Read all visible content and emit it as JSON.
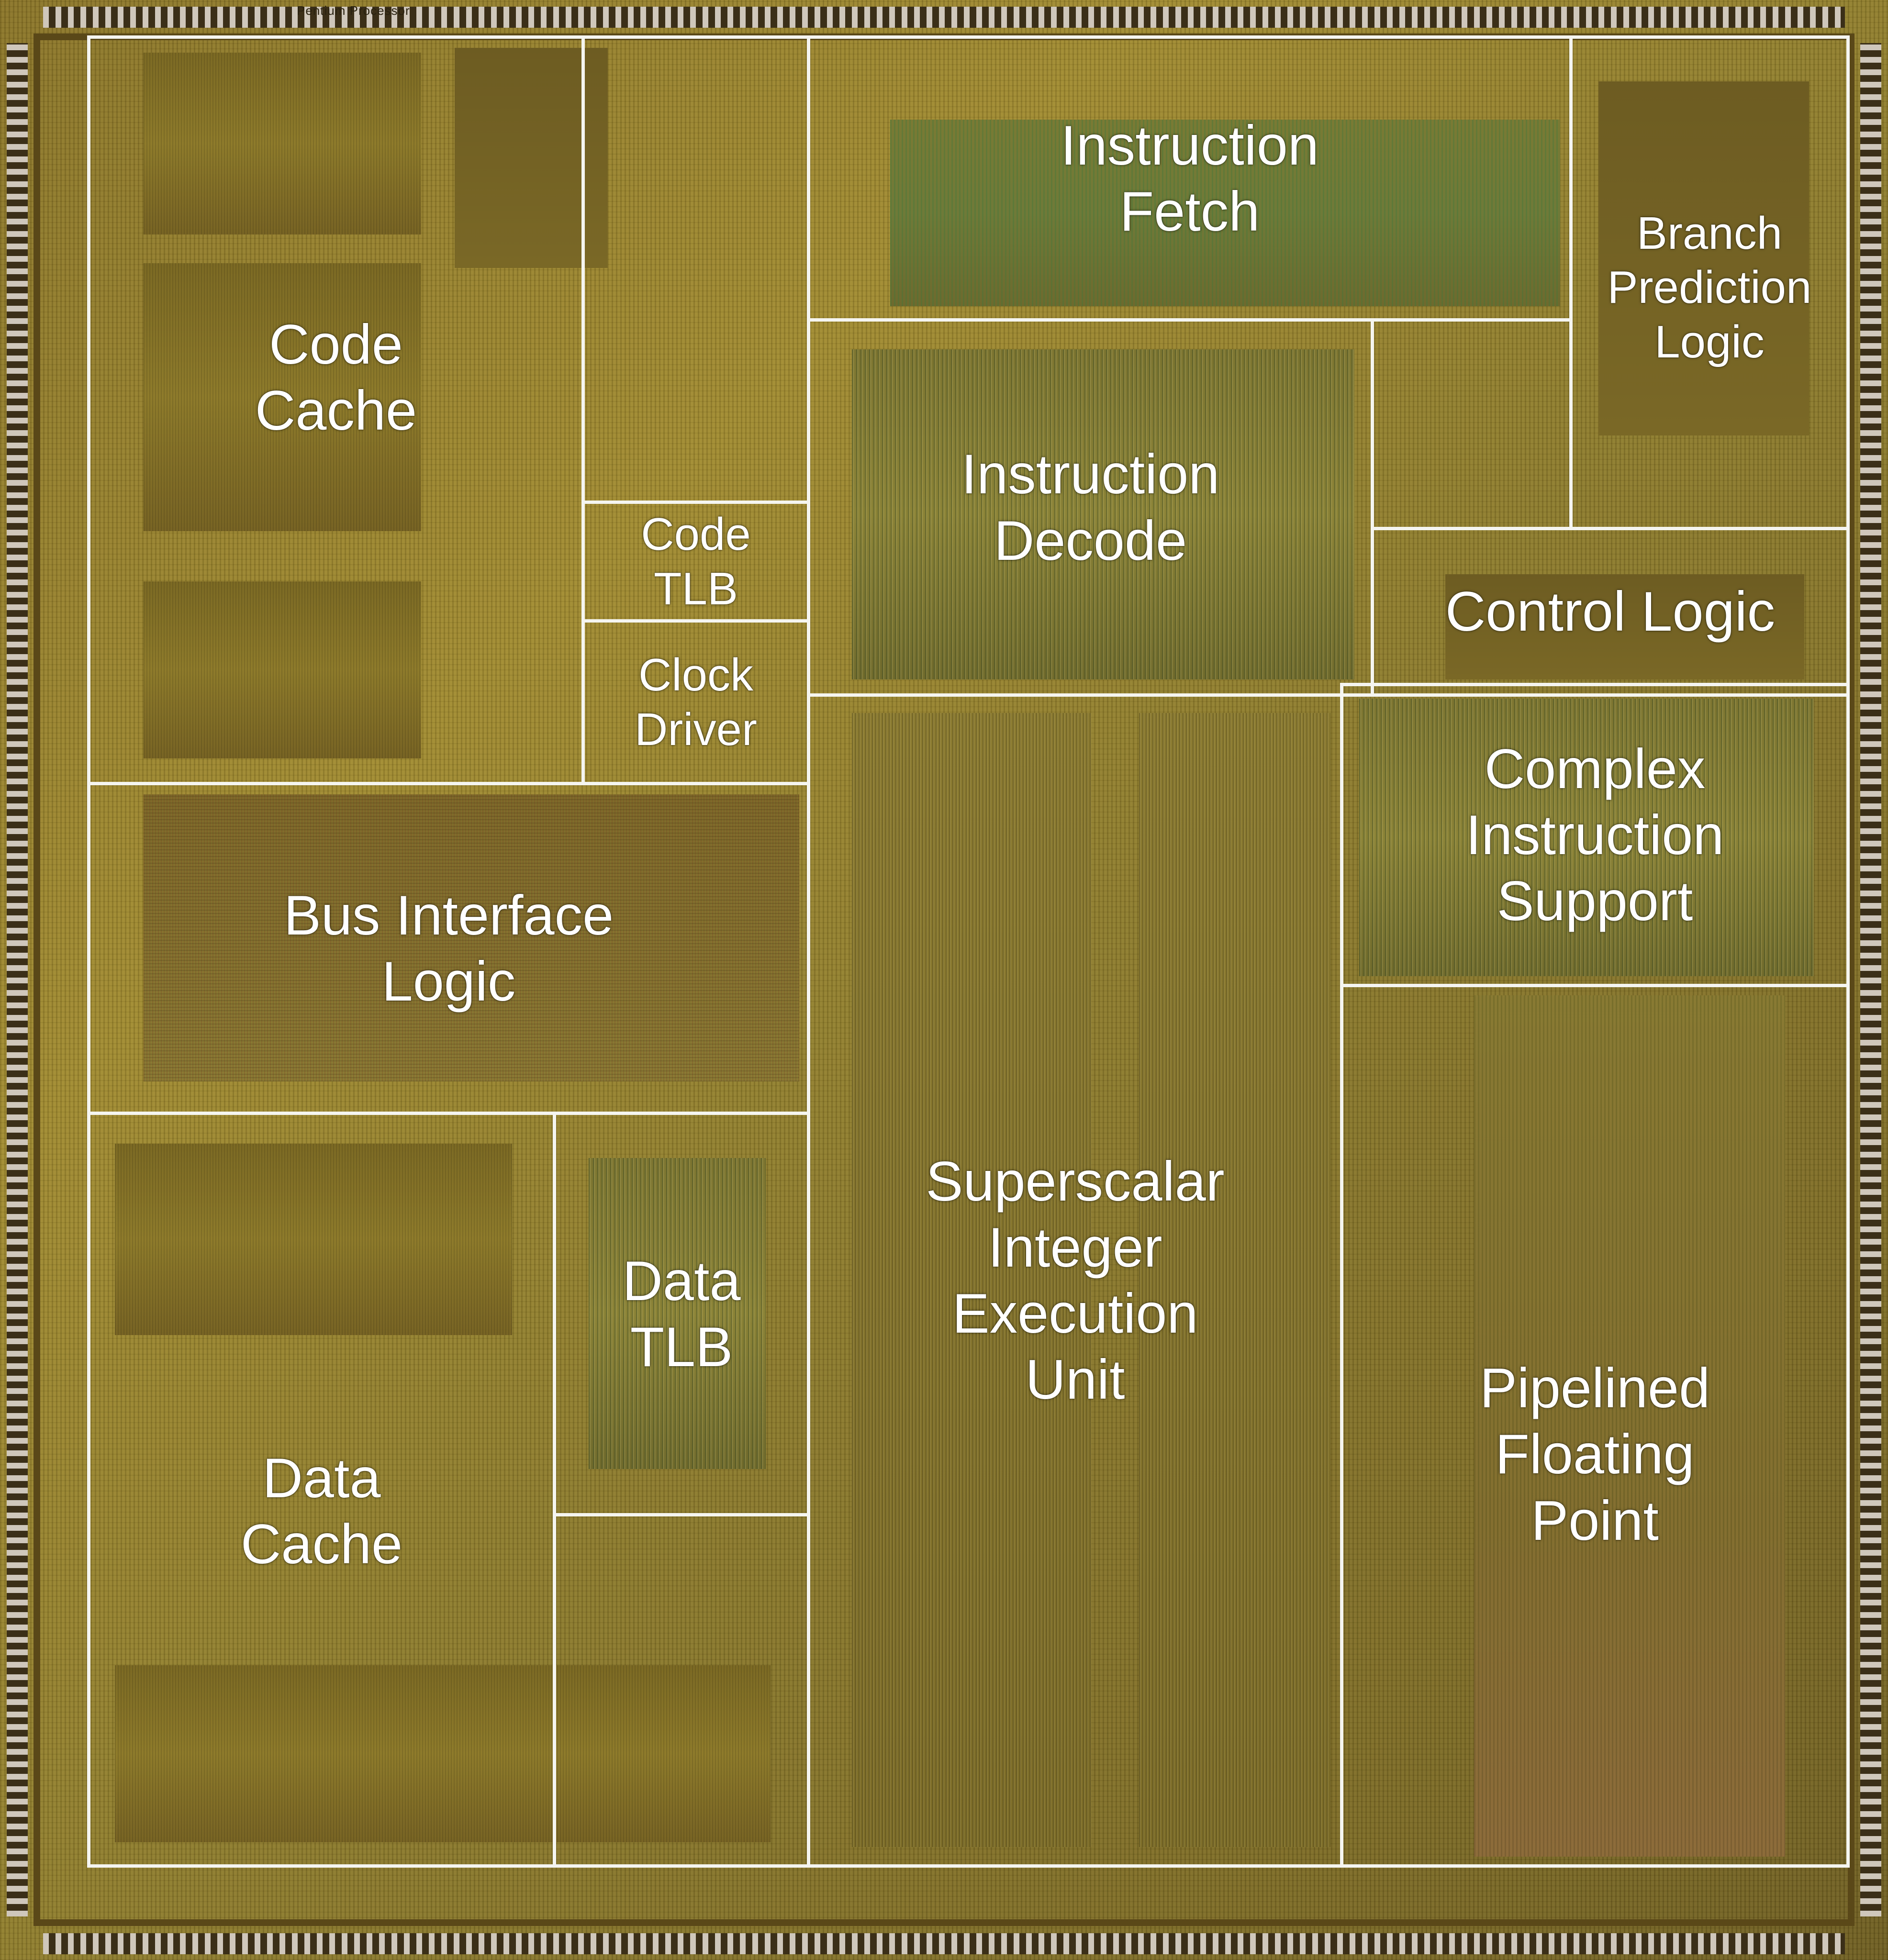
{
  "die_marking": "Pentium Processor",
  "blocks": {
    "code_cache": "Code\nCache",
    "code_tlb": "Code\nTLB",
    "clock_driver": "Clock\nDriver",
    "bus_interface": "Bus Interface\nLogic",
    "data_cache": "Data\nCache",
    "data_tlb": "Data\nTLB",
    "instruction_fetch": "Instruction\nFetch",
    "branch_prediction": "Branch\nPrediction\nLogic",
    "instruction_decode": "Instruction\nDecode",
    "control_logic": "Control Logic",
    "complex_instruction": "Complex\nInstruction\nSupport",
    "integer_execution": "Superscalar\nInteger\nExecution\nUnit",
    "floating_point": "Pipelined\nFloating\nPoint"
  },
  "colors": {
    "outline": "#f5f5f0",
    "label": "#ffffff",
    "die": "#8a7426"
  }
}
